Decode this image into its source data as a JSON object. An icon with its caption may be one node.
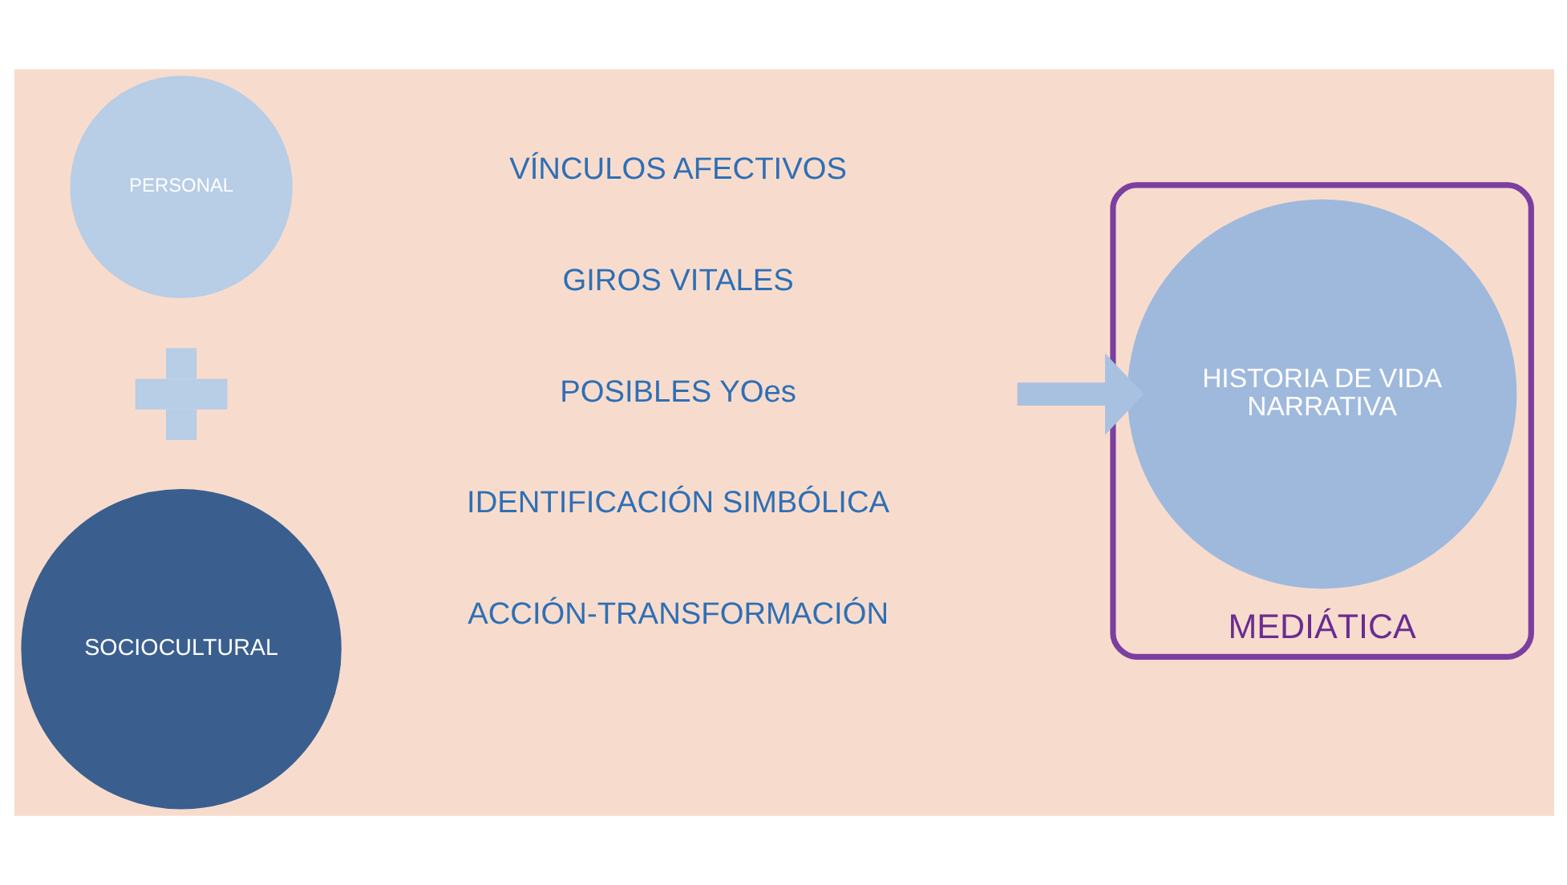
{
  "diagram": {
    "nodes": [
      {
        "text": [
          "PERSONAL"
        ]
      },
      {
        "text": [],
        "shape": "plus"
      },
      {
        "text": [
          "SOCIOCULTURAL"
        ]
      },
      {
        "text": [
          "MEDIÁTICA"
        ]
      },
      {
        "text": [
          "HISTORIA DE VIDA",
          "NARRATIVA"
        ],
        "in": 3
      }
    ],
    "edges": [
      {
        "from": null,
        "to": 4,
        "arrow": "to"
      }
    ],
    "labels": [
      "VÍNCULOS AFECTIVOS",
      "GIROS VITALES",
      "POSIBLES YOes",
      "IDENTIFICACIÓN SIMBÓLICA",
      "ACCIÓN-TRANSFORMACIÓN"
    ]
  }
}
